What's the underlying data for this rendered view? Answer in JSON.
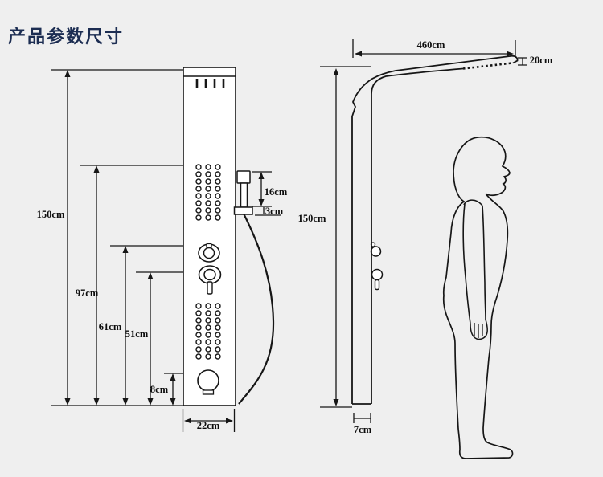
{
  "page": {
    "title": "产品参数尺寸",
    "background_color": "#efefef",
    "title_color": "#1c2d52",
    "line_color": "#161616"
  },
  "front_view": {
    "description": "shower panel front elevation with dimension lines",
    "labels": {
      "total_height": "150cm",
      "hand_shower_height": "97cm",
      "upper_knob_height": "61cm",
      "lower_knob_height": "51cm",
      "spout_height": "8cm",
      "panel_width": "22cm",
      "hand_shower_length": "16cm",
      "bracket_gap": "3cm"
    }
  },
  "side_view": {
    "description": "shower panel side profile with standing person silhouette",
    "labels": {
      "arm_length": "460cm",
      "shower_head_width": "20cm",
      "total_height": "150cm",
      "panel_depth": "7cm"
    }
  }
}
